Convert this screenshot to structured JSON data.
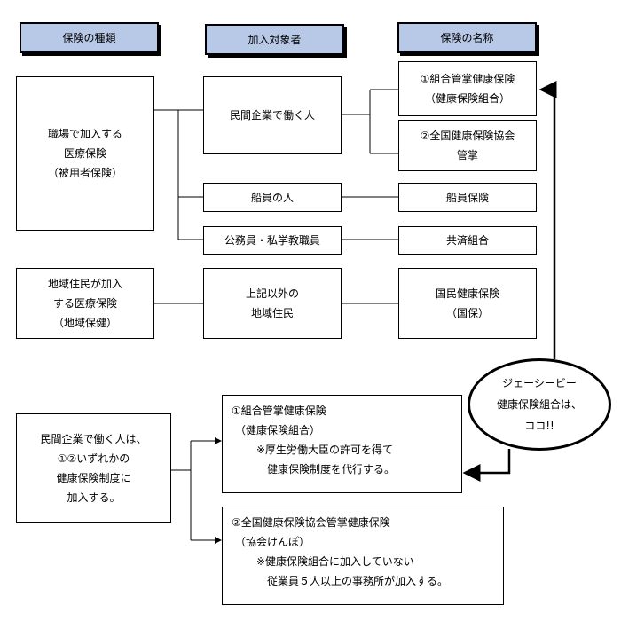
{
  "headers": {
    "type": "保険の種類",
    "target": "加入対象者",
    "name": "保険の名称"
  },
  "types": {
    "workplace": [
      "職場で加入する",
      "医療保険",
      "（被用者保険）"
    ],
    "regional": [
      "地域住民が加入",
      "する医療保険",
      "（地域保健）"
    ]
  },
  "targets": {
    "private_company": "民間企業で働く人",
    "seafarer": "船員の人",
    "civil_servant": "公務員・私学教職員",
    "other_residents": [
      "上記以外の",
      "地域住民"
    ]
  },
  "names": {
    "union": [
      "①組合管掌健康保険",
      "（健康保険組合）"
    ],
    "kyokai": [
      "②全国健康保険協会",
      "管掌"
    ],
    "seaman": "船員保険",
    "mutual": "共済組合",
    "national": [
      "国民健康保険",
      "（国保）"
    ]
  },
  "bottom": {
    "intro": [
      "民間企業で働く人は、",
      "①②いずれかの",
      "健康保険制度に",
      "加入する。"
    ],
    "union_detail": {
      "title": "①組合管掌健康保険",
      "sub": "（健康保険組合）",
      "note1": "※厚生労働大臣の許可を得て",
      "note2": "健康保険制度を代行する。"
    },
    "kyokai_detail": {
      "title": "②全国健康保険協会管掌健康保険",
      "sub": "（協会けんぽ）",
      "note1": "※健康保険組合に加入していない",
      "note2": "従業員５人以上の事務所が加入する。"
    }
  },
  "callout": [
    "ジェーシービー",
    "健康保険組合は、",
    "ココ!!"
  ]
}
